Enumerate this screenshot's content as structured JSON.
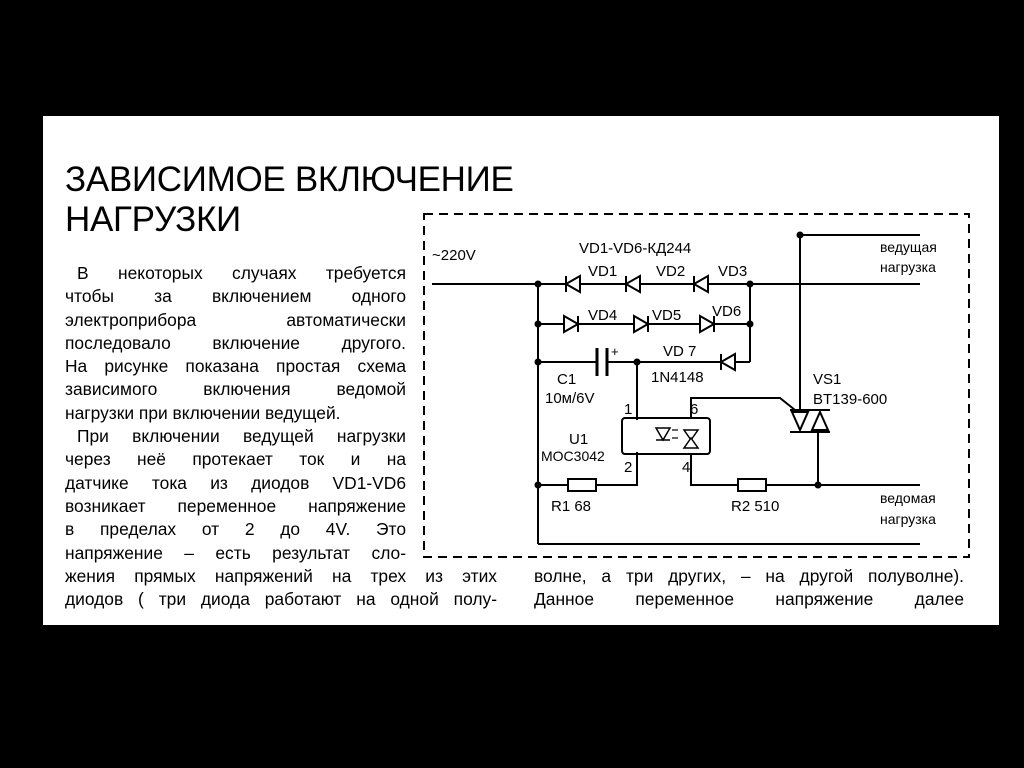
{
  "article": {
    "title_line1": "ЗАВИСИМОЕ ВКЛЮЧЕНИЕ",
    "title_line2": "НАГРУЗКИ",
    "left_column": [
      "В некоторых случаях требуется",
      "чтобы за включением одного",
      "электроприбора автоматически",
      "последовало включение другого.",
      "На рисунке показана простая схема",
      "зависимого включения ведомой",
      "нагрузки при включении ведущей.",
      "При включении ведущей нагрузки",
      "через неё протекает ток и на",
      "датчике тока из диодов VD1-VD6",
      "возникает переменное напряжение",
      "в пределах от 2 до 4V. Это",
      "напряжение – есть результат сло-"
    ],
    "bottom_left": [
      "жения прямых напряжений на трех из этих",
      "диодов ( три диода   работают на одной полу-"
    ],
    "bottom_right": [
      "волне, а три других, – на другой полуволне).",
      "Данное переменное напряжение далее"
    ]
  },
  "schematic": {
    "supply": "~220V",
    "diode_type": "VD1-VD6-КД244",
    "master_load": [
      "ведущая",
      "нагрузка"
    ],
    "slave_load": [
      "ведомая",
      "нагрузка"
    ],
    "vd1": "VD1",
    "vd2": "VD2",
    "vd3": "VD3",
    "vd4": "VD4",
    "vd5": "VD5",
    "vd6": "VD6",
    "vd7": "VD 7",
    "vd7_type": "1N4148",
    "c1": "C1",
    "c1_value": "10м/6V",
    "c1_plus": "+",
    "u1": "U1",
    "u1_type": "MOC3042",
    "pin1": "1",
    "pin2": "2",
    "pin4": "4",
    "pin6": "6",
    "r1": "R1 68",
    "r2": "R2 510",
    "vs1": "VS1",
    "vs1_type": "BT139-600"
  }
}
